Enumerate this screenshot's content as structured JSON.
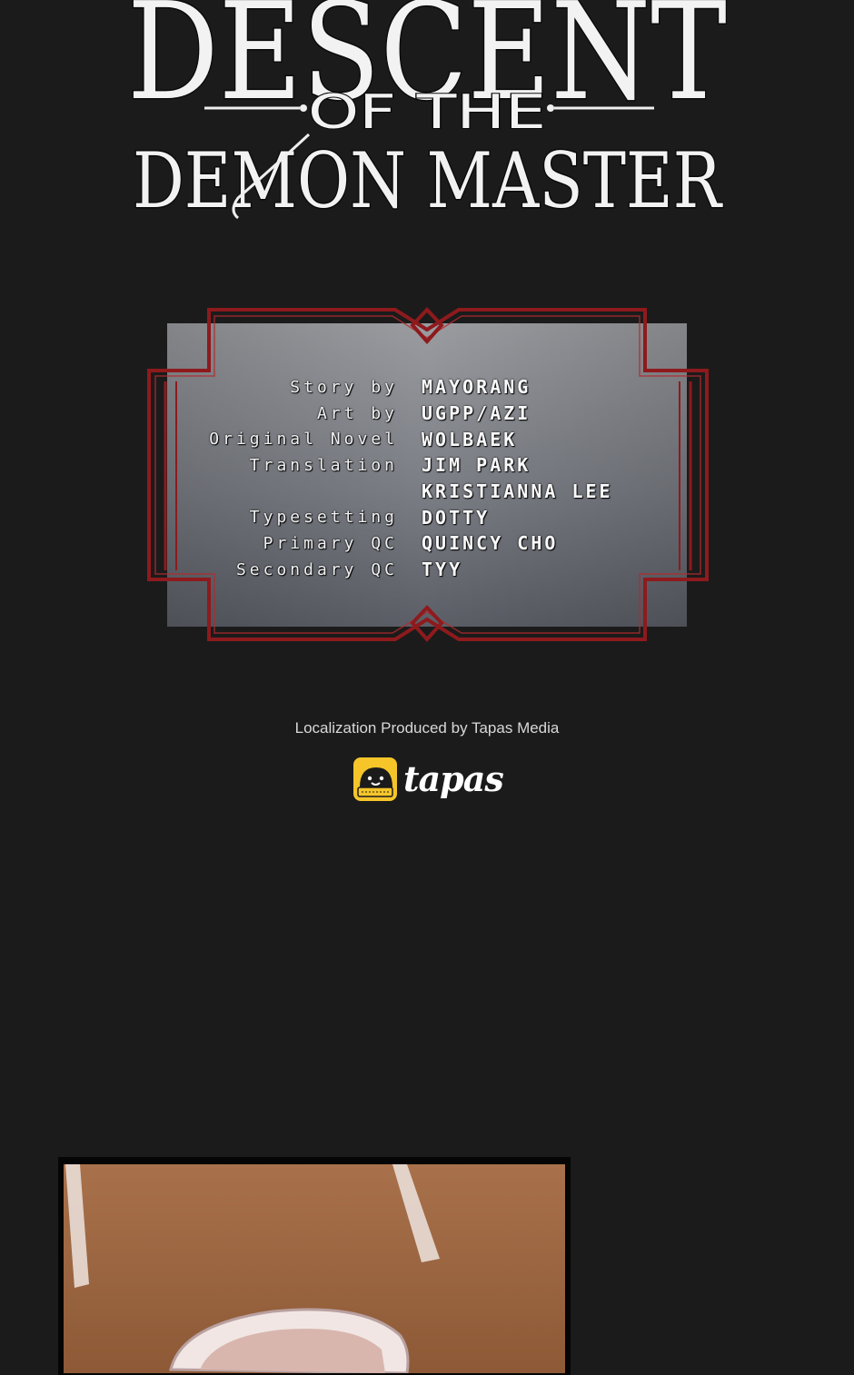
{
  "title_logo": {
    "line1": "DESCENT",
    "line2": "OF THE",
    "line3": "DEMON MASTER"
  },
  "credits": [
    {
      "role": "Story by",
      "name": "MAYORANG"
    },
    {
      "role": "Art by",
      "name": "UGPP/AZI"
    },
    {
      "role": "Original Novel",
      "name": "WOLBAEK"
    },
    {
      "role": "Translation",
      "name": "JIM PARK"
    },
    {
      "role": "",
      "name": "KRISTIANNA LEE"
    },
    {
      "role": "Typesetting",
      "name": "DOTTY"
    },
    {
      "role": "Primary QC",
      "name": "QUINCY CHO"
    },
    {
      "role": "Secondary QC",
      "name": "TYY"
    }
  ],
  "localization_text": "Localization Produced by Tapas Media",
  "tapas_logo": {
    "word": "tapas",
    "icon": "tapas-mascot-icon",
    "color": "#f5c52a"
  },
  "colors": {
    "background": "#1b1b1b",
    "frame_red": "#8e1a1d",
    "plate": "#8a8c91"
  }
}
